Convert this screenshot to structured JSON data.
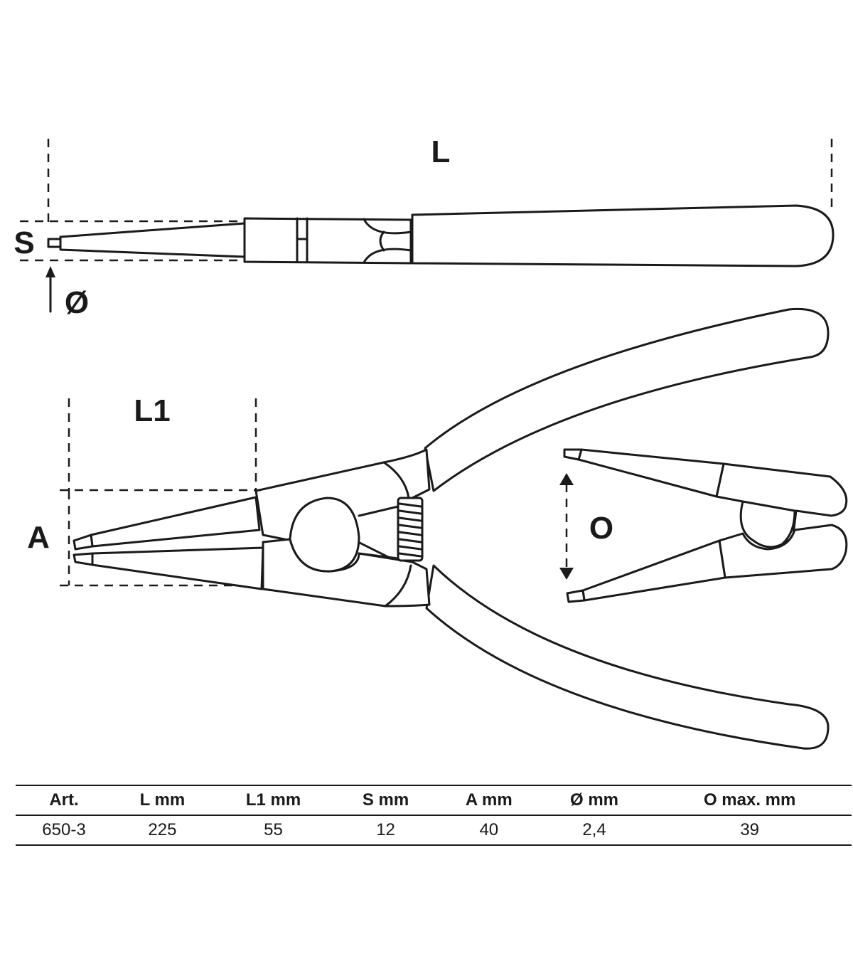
{
  "labels": {
    "length": "L",
    "tip_length": "L1",
    "thickness": "S",
    "diameter": "Ø",
    "width": "A",
    "opening": "O"
  },
  "table": {
    "headers": [
      "Art.",
      "L  mm",
      "L1  mm",
      "S  mm",
      "A  mm",
      "Ø  mm",
      "O  max.  mm"
    ],
    "rows": [
      [
        "650-3",
        "225",
        "55",
        "12",
        "40",
        "2,4",
        "39"
      ]
    ]
  }
}
